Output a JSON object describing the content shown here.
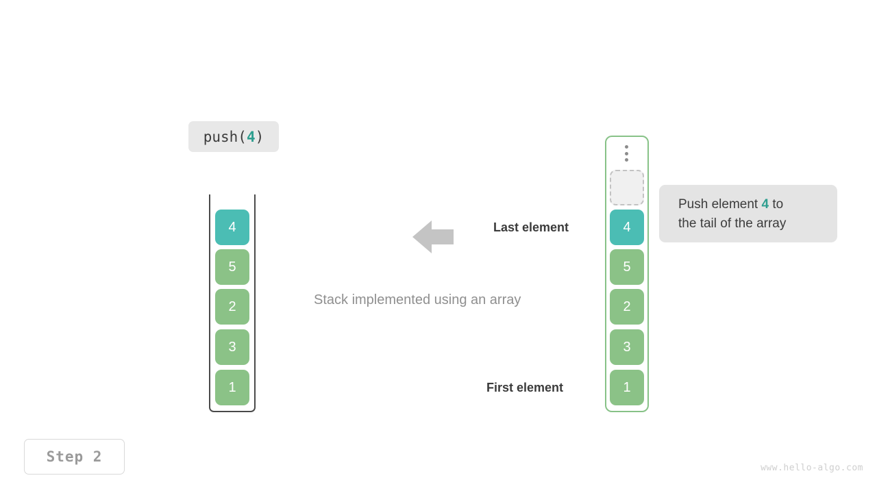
{
  "operation": {
    "prefix": "push(",
    "value": "4",
    "suffix": ")"
  },
  "stack_panel": {
    "name": "stack",
    "caption": "Stack implemented using an array",
    "cells": [
      {
        "value": "4",
        "style": "teal"
      },
      {
        "value": "5",
        "style": "green"
      },
      {
        "value": "2",
        "style": "green"
      },
      {
        "value": "3",
        "style": "green"
      },
      {
        "value": "1",
        "style": "green"
      }
    ]
  },
  "array_panel": {
    "name": "array",
    "ellipsis_icon": "vertical-ellipsis-icon",
    "empty_slot_label": "",
    "cells": [
      {
        "value": "4",
        "style": "teal"
      },
      {
        "value": "5",
        "style": "green"
      },
      {
        "value": "2",
        "style": "green"
      },
      {
        "value": "3",
        "style": "green"
      },
      {
        "value": "1",
        "style": "green"
      }
    ]
  },
  "labels": {
    "last_element": "Last element",
    "first_element": "First element",
    "arrow_icon": "left-arrow-icon"
  },
  "annotation": {
    "line1_prefix": "Push element ",
    "line1_accent": "4",
    "line1_suffix": " to",
    "line2": "the tail of the array"
  },
  "step_badge": {
    "text": "Step 2"
  },
  "watermark": {
    "text": "www.hello-algo.com"
  },
  "colors": {
    "teal": "#4bbdb4",
    "green": "#8bc287",
    "accent_text": "#2e9e8f",
    "gray_arrow": "#c4c4c4",
    "panel_bg": "#e8e8e8",
    "annotation_bg": "#e4e4e4"
  }
}
